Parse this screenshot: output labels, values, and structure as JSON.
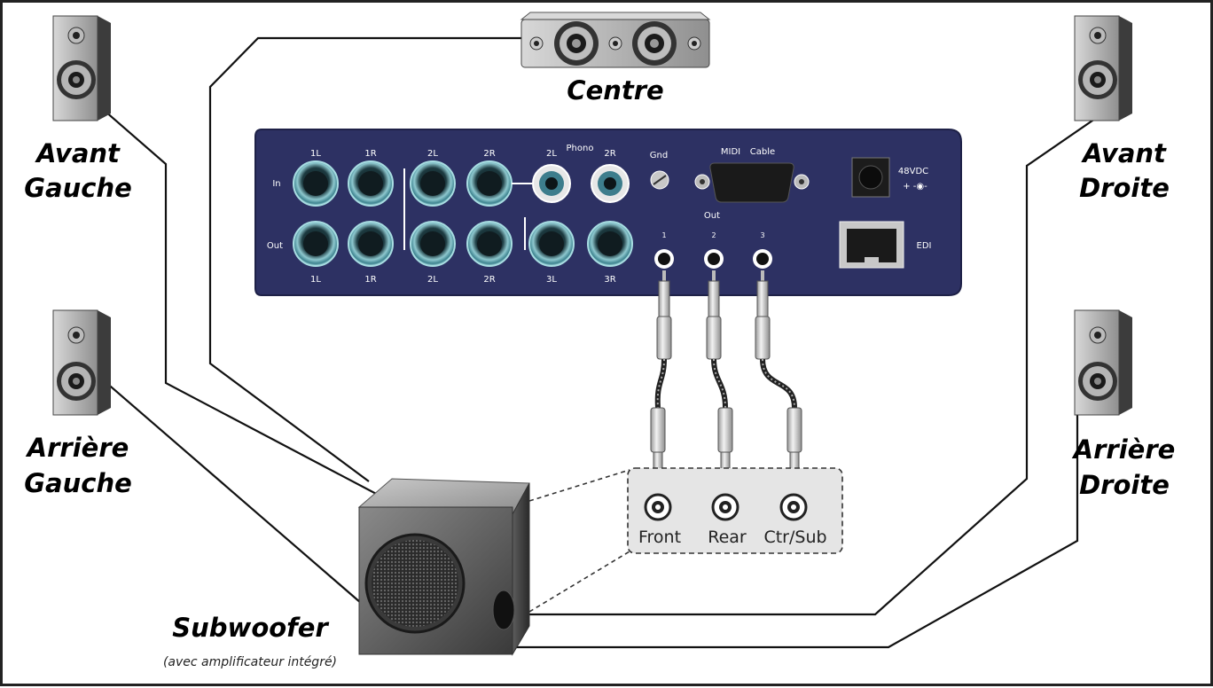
{
  "speakers": {
    "front_left": {
      "line1": "Avant",
      "line2": "Gauche"
    },
    "rear_left": {
      "line1": "Arrière",
      "line2": "Gauche"
    },
    "center": "Centre",
    "front_right": {
      "line1": "Avant",
      "line2": "Droite"
    },
    "rear_right": {
      "line1": "Arrière",
      "line2": "Droite"
    }
  },
  "subwoofer": {
    "title": "Subwoofer",
    "caption": "(avec amplificateur intégré)",
    "inputs": [
      "Front",
      "Rear",
      "Ctr/Sub"
    ]
  },
  "panel": {
    "row_in_label": "In",
    "row_out_label": "Out",
    "in_top_labels": [
      "1L",
      "1R",
      "2L",
      "2R"
    ],
    "phono_labels": [
      "2L",
      "2R"
    ],
    "phono_title": "Phono",
    "out_bottom_labels": [
      "1L",
      "1R",
      "2L",
      "2R",
      "3L",
      "3R"
    ],
    "gnd_label": "Gnd",
    "midi_label": "MIDI",
    "cable_label": "Cable",
    "minijack_group_label": "Out",
    "minijack_numbers": [
      "1",
      "2",
      "3"
    ],
    "power_label": "48VDC",
    "power_polarity": "+ -◉-",
    "edi_label": "EDI"
  },
  "colors": {
    "panel": "#2d3163",
    "jack_teal": "#5fa4ad",
    "text": "#000000"
  }
}
